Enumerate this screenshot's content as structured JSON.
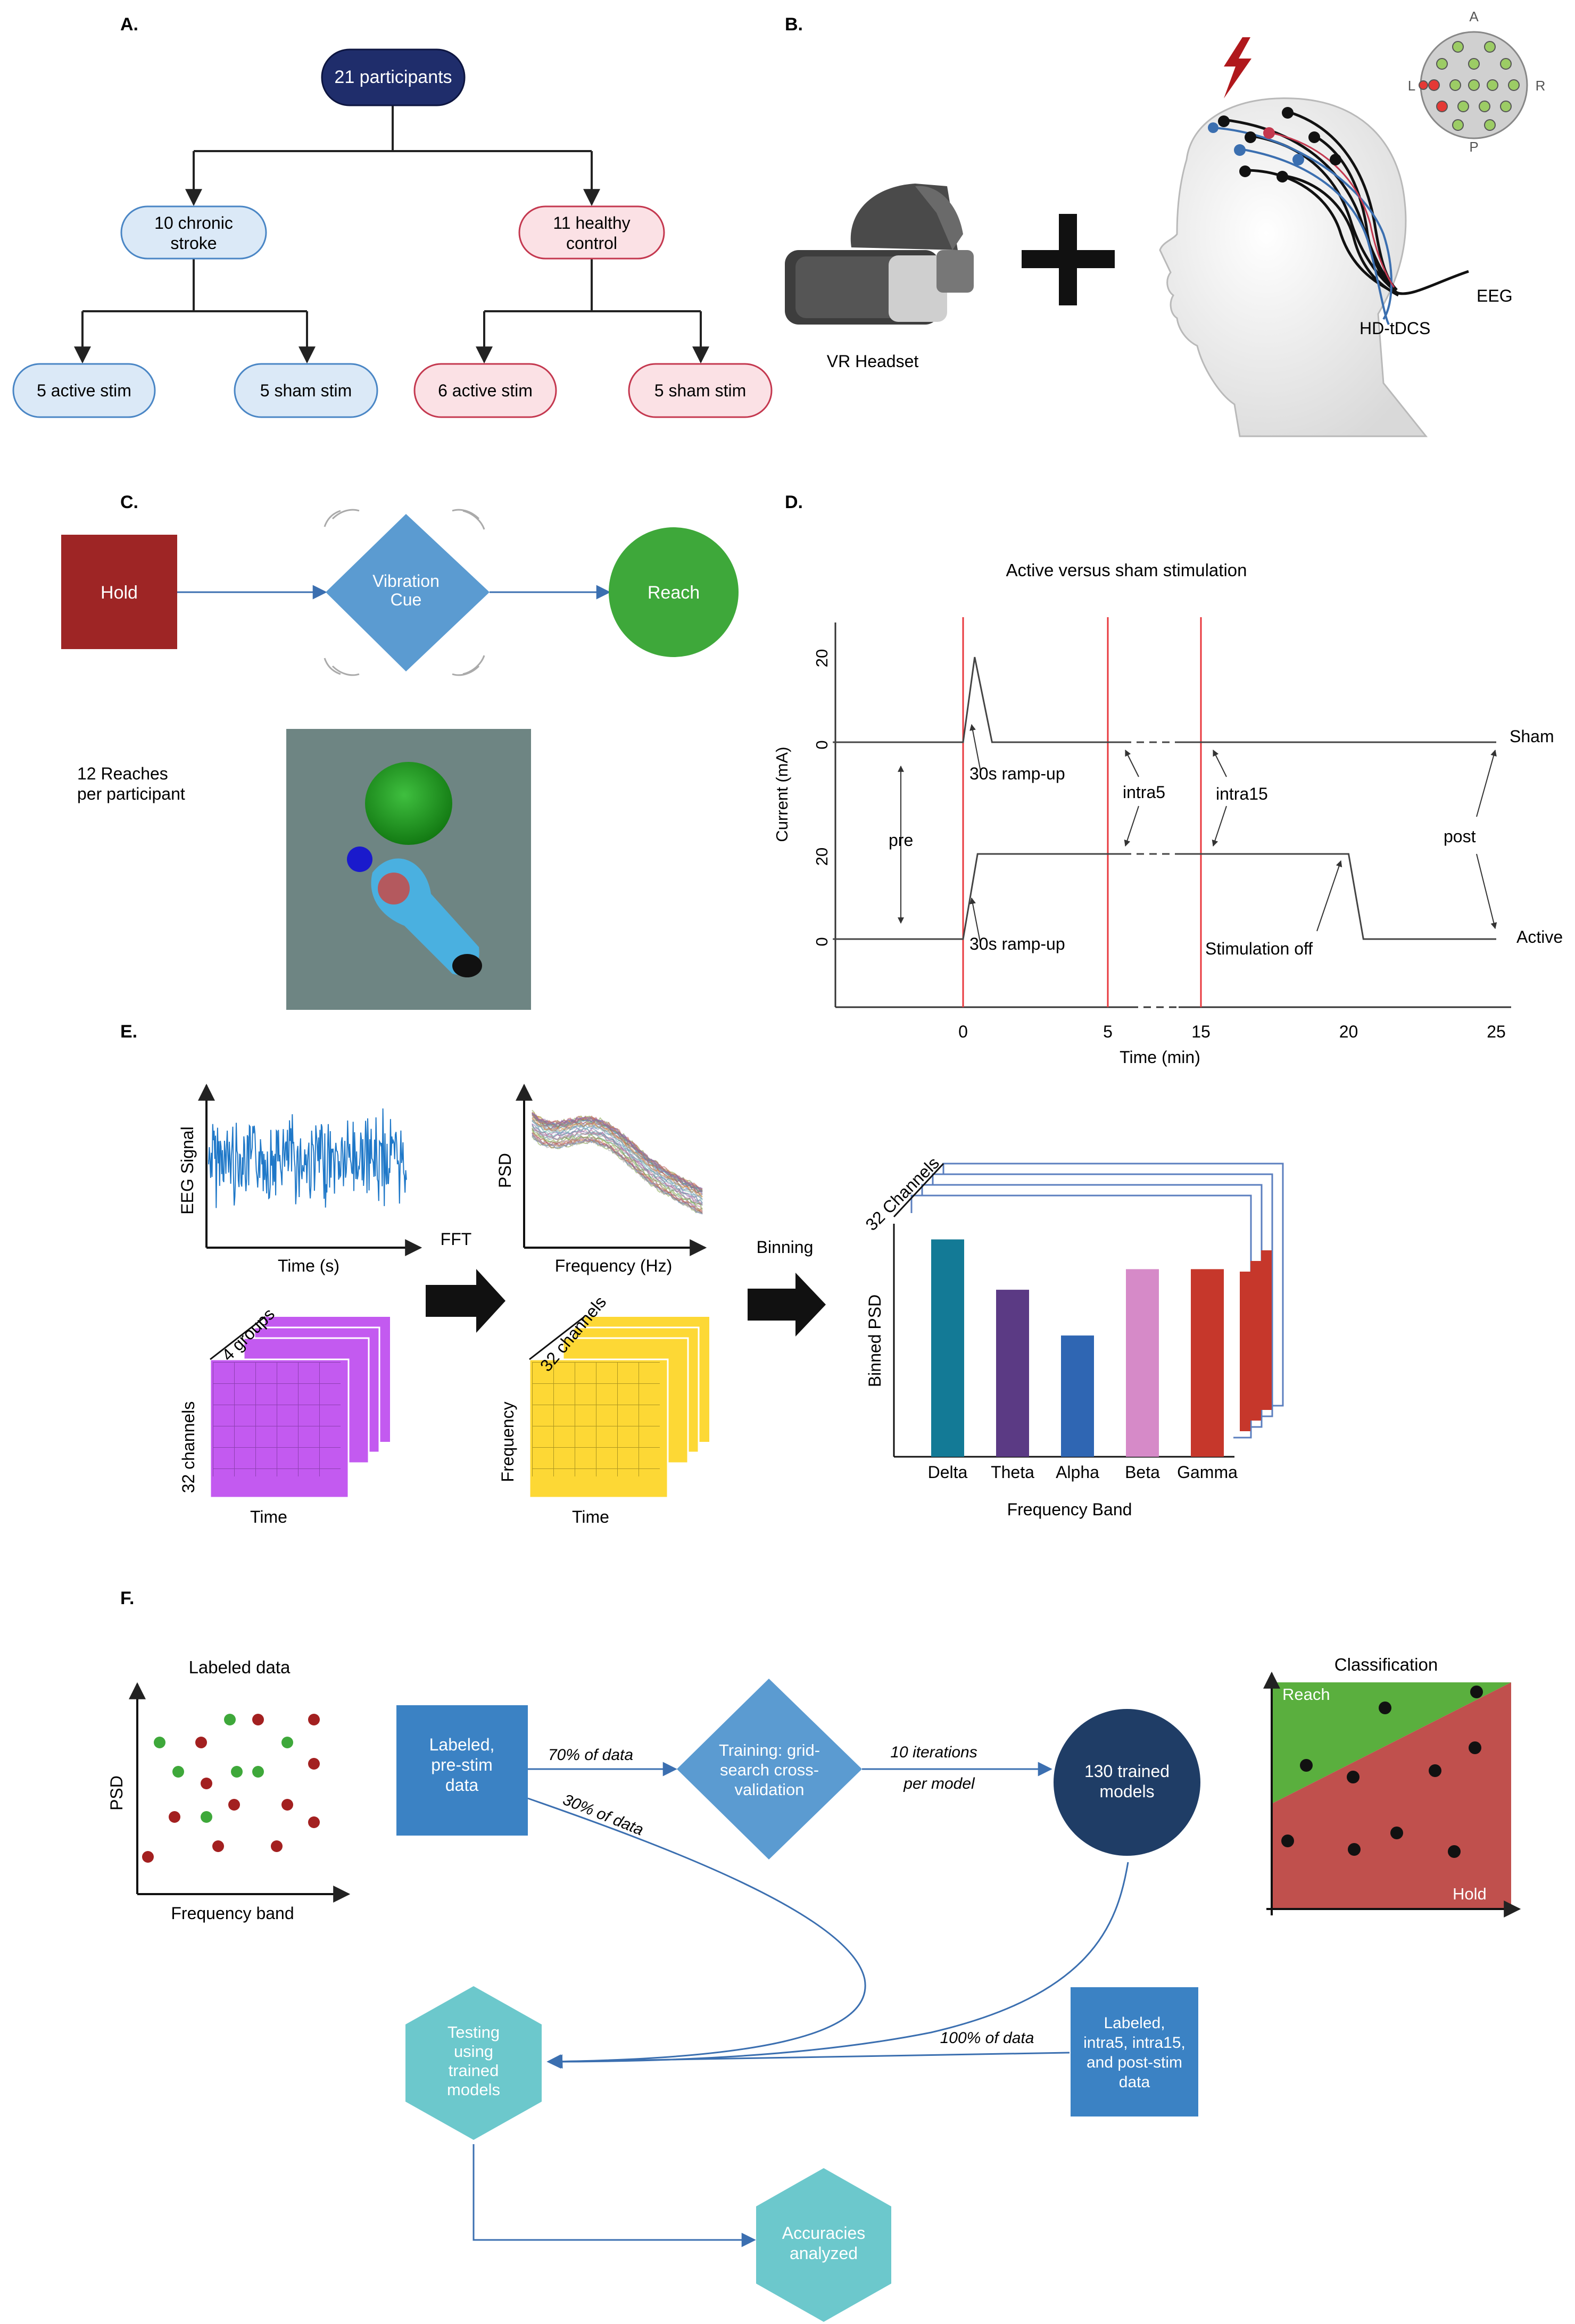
{
  "panels": {
    "a": "A.",
    "b": "B.",
    "c": "C.",
    "d": "D.",
    "e": "E.",
    "f": "F."
  },
  "panel_a": {
    "root": "21 participants",
    "stroke": [
      "10 chronic",
      "stroke"
    ],
    "healthy": [
      "11 healthy",
      "control"
    ],
    "stroke_active": "5 active stim",
    "stroke_sham": "5 sham stim",
    "healthy_active": "6 active stim",
    "healthy_sham": "5 sham stim"
  },
  "panel_b": {
    "vr_label": "VR Headset",
    "hdtdcs_label": "HD-tDCS",
    "eeg_label": "EEG",
    "montage": {
      "a": "A",
      "l": "L",
      "r": "R",
      "p": "P"
    }
  },
  "panel_c": {
    "hold": "Hold",
    "cue": [
      "Vibration",
      "Cue"
    ],
    "reach": "Reach",
    "reaches": [
      "12 Reaches",
      "per participant"
    ]
  },
  "chart_data": {
    "type": "line",
    "title": "Active versus sham stimulation",
    "xlabel": "Time (min)",
    "ylabel": "Current (mA)",
    "x_ticks": [
      "0",
      "5",
      "15",
      "20",
      "25"
    ],
    "y_ticks": [
      "0",
      "20",
      "0",
      "20"
    ],
    "vlines_min": [
      0,
      5,
      15
    ],
    "series": [
      {
        "name": "Sham",
        "x": [
          -4.5,
          0,
          0.4,
          1,
          25
        ],
        "y": [
          0,
          0,
          20,
          0,
          0
        ]
      },
      {
        "name": "Active",
        "x": [
          -4.5,
          0,
          0.5,
          20,
          20.5,
          25
        ],
        "y": [
          0,
          0,
          20,
          20,
          0,
          0
        ]
      }
    ],
    "annotations": {
      "pre": "pre",
      "ramp_up": "30s ramp-up",
      "intra5": "intra5",
      "intra15": "intra15",
      "post": "post",
      "stim_off": "Stimulation off"
    }
  },
  "panel_e": {
    "eeg_ylabel": "EEG Signal",
    "eeg_xlabel": "Time (s)",
    "fft": "FFT",
    "psd_ylabel": "PSD",
    "psd_xlabel": "Frequency (Hz)",
    "binning": "Binning",
    "groups": "4 groups",
    "channels": "32 channels",
    "time": "Time",
    "frequency": "Frequency",
    "stack_label": "32 Channels",
    "bar_ylabel": "Binned PSD",
    "bar_xlabel": "Frequency Band",
    "bands": [
      "Delta",
      "Theta",
      "Alpha",
      "Beta",
      "Gamma"
    ],
    "band_values": [
      0.95,
      0.73,
      0.53,
      0.82,
      0.82
    ],
    "band_colors": [
      "#137a96",
      "#5b3a84",
      "#2f66b3",
      "#d68ac8",
      "#c6372b"
    ]
  },
  "panel_f": {
    "labeled_title": "Labeled data",
    "psd": "PSD",
    "freq_band": "Frequency band",
    "prestim": [
      "Labeled,",
      "pre-stim",
      "data"
    ],
    "pct70": "70% of data",
    "pct30": "30% of data",
    "training": [
      "Training: grid-",
      "search cross-",
      "validation"
    ],
    "iters": [
      "10 iterations",
      "per model"
    ],
    "trained": [
      "130 trained",
      "models"
    ],
    "class_title": "Classification",
    "reach": "Reach",
    "hold": "Hold",
    "testing": [
      "Testing",
      "using",
      "trained",
      "models"
    ],
    "pct100": "100% of data",
    "poststim": [
      "Labeled,",
      "intra5, intra15,",
      "and post-stim",
      "data"
    ],
    "accuracies": [
      "Accuracies",
      "analyzed"
    ]
  }
}
